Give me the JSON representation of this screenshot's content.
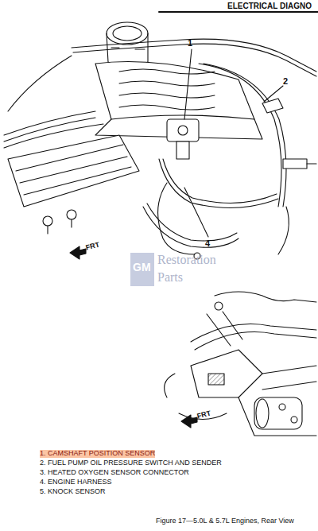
{
  "diagram": {
    "title": "ELECTRICAL DIAGNO",
    "caption": "Figure 17—5.0L & 5.7L Engines, Rear View",
    "labels": [
      "1",
      "2",
      "4",
      "FRT",
      "FRT",
      "GM",
      "Restoration",
      "Parts",
      "1. CAMSHAFT POSITION SENSOR",
      "2. FUEL PUMP OIL PRESSURE SWITCH AND SENDER",
      "3. HEATED OXYGEN SENSOR CONNECTOR",
      "4. ENGINE HARNESS",
      "5. KNOCK SENSOR"
    ]
  }
}
